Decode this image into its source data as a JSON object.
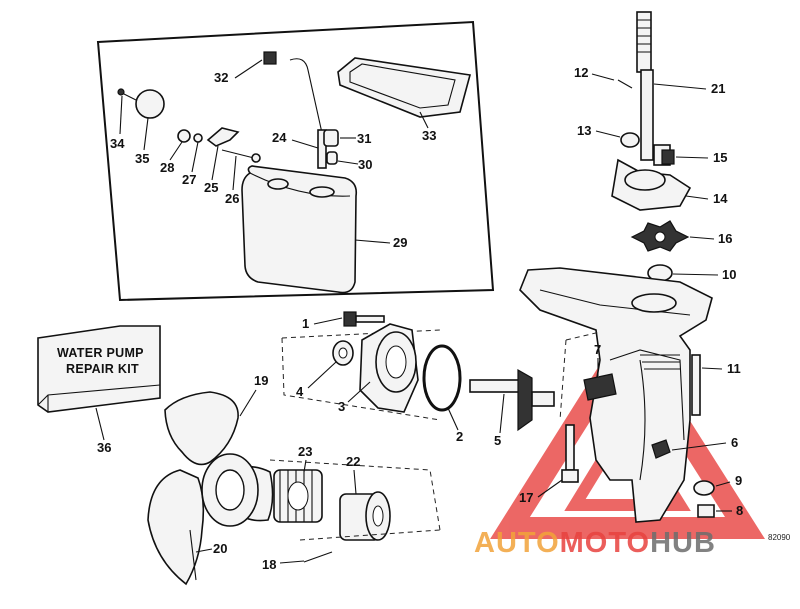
{
  "labels": [
    "1",
    "2",
    "3",
    "4",
    "5",
    "6",
    "7",
    "8",
    "9",
    "10",
    "11",
    "12",
    "13",
    "14",
    "15",
    "16",
    "17",
    "18",
    "19",
    "20",
    "21",
    "22",
    "23",
    "24",
    "25",
    "26",
    "27",
    "28",
    "29",
    "30",
    "31",
    "32",
    "33",
    "34",
    "35",
    "36"
  ],
  "kit_box": {
    "line1": "WATER PUMP",
    "line2": "REPAIR KIT"
  },
  "watermark": {
    "part1": "AUTO",
    "part2": "MOTO",
    "part3": "HUB"
  },
  "figure_code": "82090",
  "colors": {
    "watermark_red": "#e8423f",
    "watermark_orange": "#f2a33a",
    "watermark_gray": "#6d6d6d",
    "line": "#111111"
  }
}
